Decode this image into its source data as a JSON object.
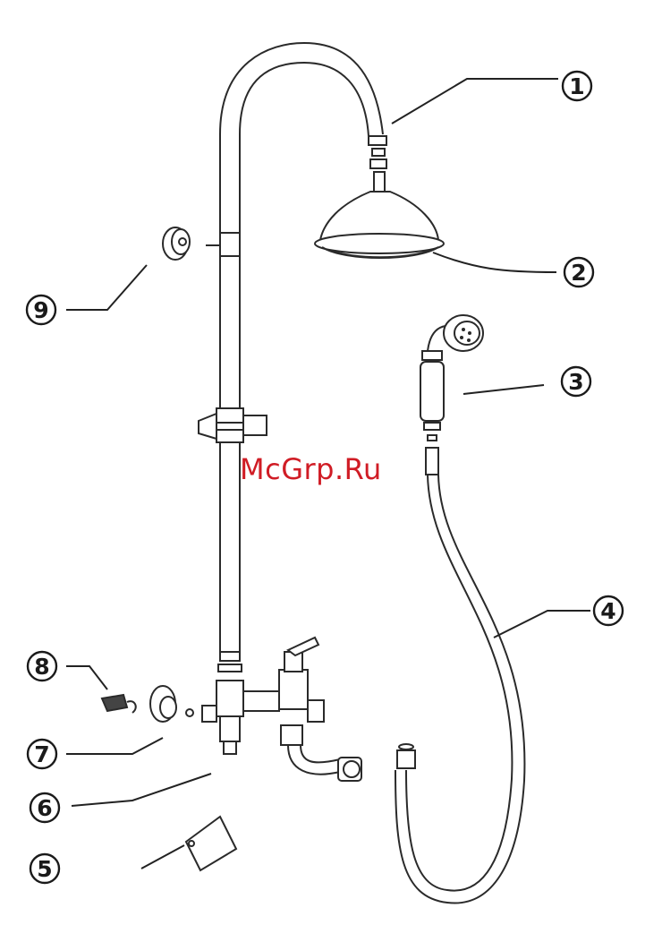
{
  "watermark": "McGrp.Ru",
  "callouts": [
    {
      "id": "1",
      "label": "①"
    },
    {
      "id": "2",
      "label": "②"
    },
    {
      "id": "3",
      "label": "③"
    },
    {
      "id": "4",
      "label": "④"
    },
    {
      "id": "5",
      "label": "⑤"
    },
    {
      "id": "6",
      "label": "⑥"
    },
    {
      "id": "7",
      "label": "⑦"
    },
    {
      "id": "8",
      "label": "⑧"
    },
    {
      "id": "9",
      "label": "⑨"
    }
  ]
}
